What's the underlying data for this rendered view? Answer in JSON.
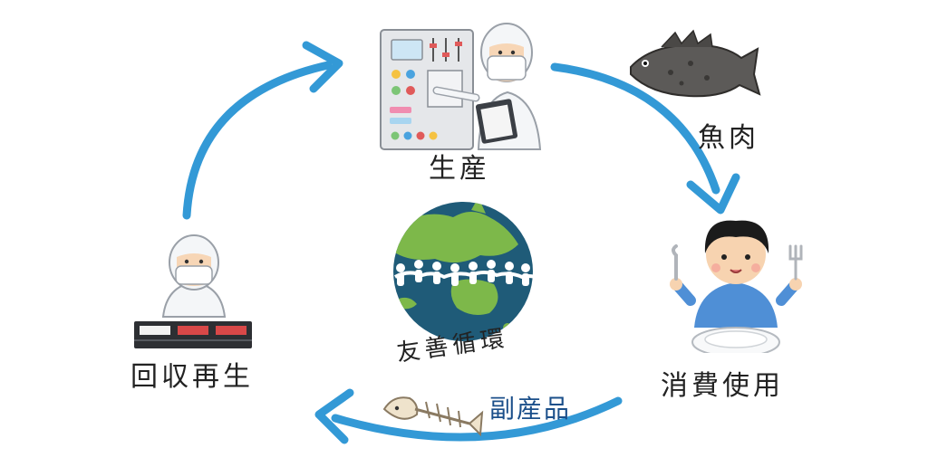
{
  "labels": {
    "production": "生産",
    "fish_meat": "魚肉",
    "consumption": "消費使用",
    "byproduct": "副産品",
    "recycle": "回収再生",
    "center_title": "友善循環"
  },
  "icons": {
    "production": "control-panel-worker-icon",
    "fish": "fish-icon",
    "consumer": "boy-with-fork-knife-icon",
    "fish_bone": "fish-bone-icon",
    "recycle_worker": "factory-worker-icon",
    "globe": "globe-with-people-icon"
  },
  "colors": {
    "arrow": "#3399d6",
    "ocean": "#1f5b78",
    "land": "#7db84a",
    "label": "#222222",
    "byproduct_label": "#1b4f8a"
  }
}
